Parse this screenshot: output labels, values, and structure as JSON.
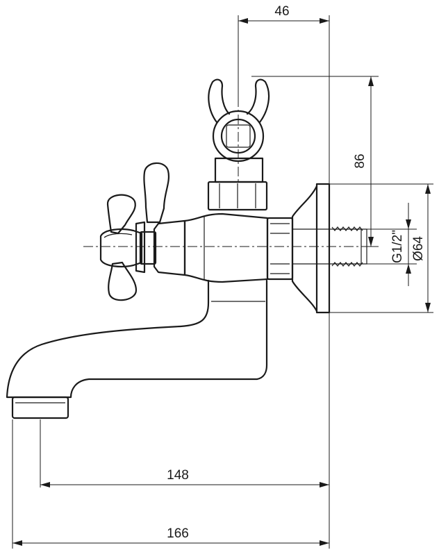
{
  "dimensions": {
    "holder_offset": "46",
    "holder_height": "86",
    "thread": "G1/2\"",
    "rosette_diameter": "Ø64",
    "spout_reach": "148",
    "overall_length": "166"
  }
}
